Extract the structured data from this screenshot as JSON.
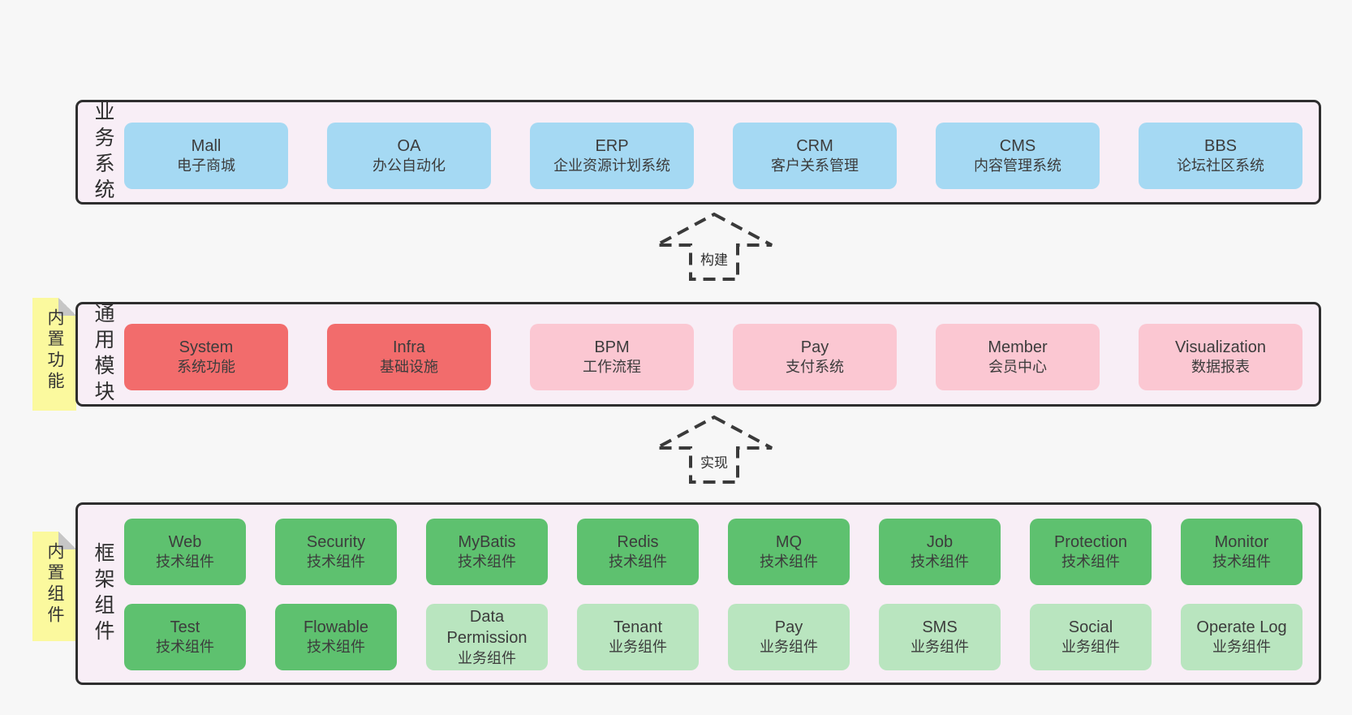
{
  "colors": {
    "page_bg": "#f7f7f7",
    "panel_bg": "#f8eef6",
    "panel_border": "#2e2e2e",
    "blue": "#a5d9f3",
    "red": "#f26c6c",
    "pink": "#fbc7d2",
    "green_dark": "#5ec16f",
    "green_light": "#b9e5bf",
    "note_yellow": "#fbf99e",
    "text": "#3c3c3c"
  },
  "arrows": {
    "build": "构建",
    "implement": "实现"
  },
  "business_band": {
    "label": "业务系统",
    "boxes": [
      {
        "name": "Mall",
        "desc": "电子商城"
      },
      {
        "name": "OA",
        "desc": "办公自动化"
      },
      {
        "name": "ERP",
        "desc": "企业资源计划系统"
      },
      {
        "name": "CRM",
        "desc": "客户关系管理"
      },
      {
        "name": "CMS",
        "desc": "内容管理系统"
      },
      {
        "name": "BBS",
        "desc": "论坛社区系统"
      }
    ]
  },
  "modules_band": {
    "label": "通用模块",
    "note": "内置功能",
    "boxes": [
      {
        "name": "System",
        "desc": "系统功能"
      },
      {
        "name": "Infra",
        "desc": "基础设施"
      },
      {
        "name": "BPM",
        "desc": "工作流程"
      },
      {
        "name": "Pay",
        "desc": "支付系统"
      },
      {
        "name": "Member",
        "desc": "会员中心"
      },
      {
        "name": "Visualization",
        "desc": "数据报表"
      }
    ]
  },
  "components_band": {
    "label": "框架组件",
    "note": "内置组件",
    "row1": [
      {
        "name": "Web",
        "desc": "技术组件"
      },
      {
        "name": "Security",
        "desc": "技术组件"
      },
      {
        "name": "MyBatis",
        "desc": "技术组件"
      },
      {
        "name": "Redis",
        "desc": "技术组件"
      },
      {
        "name": "MQ",
        "desc": "技术组件"
      },
      {
        "name": "Job",
        "desc": "技术组件"
      },
      {
        "name": "Protection",
        "desc": "技术组件"
      },
      {
        "name": "Monitor",
        "desc": "技术组件"
      }
    ],
    "row2": [
      {
        "name": "Test",
        "desc": "技术组件"
      },
      {
        "name": "Flowable",
        "desc": "技术组件"
      },
      {
        "name": "Data Permission",
        "desc": "业务组件"
      },
      {
        "name": "Tenant",
        "desc": "业务组件"
      },
      {
        "name": "Pay",
        "desc": "业务组件"
      },
      {
        "name": "SMS",
        "desc": "业务组件"
      },
      {
        "name": "Social",
        "desc": "业务组件"
      },
      {
        "name": "Operate Log",
        "desc": "业务组件"
      }
    ]
  }
}
